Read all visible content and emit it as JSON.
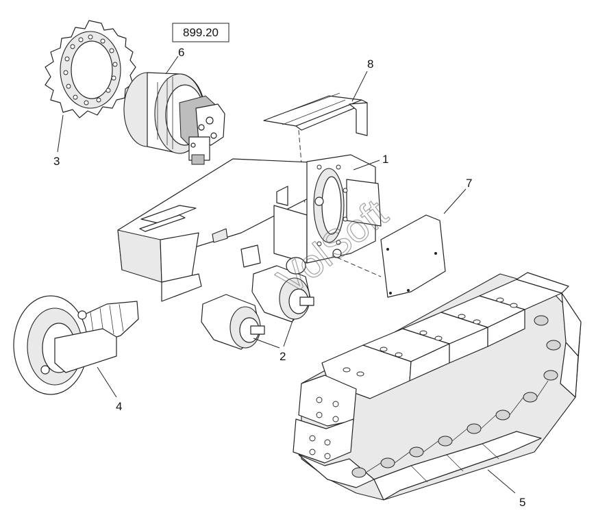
{
  "reference_box": "899.20",
  "callouts": [
    {
      "id": "1",
      "label": "1"
    },
    {
      "id": "2",
      "label": "2"
    },
    {
      "id": "3",
      "label": "3"
    },
    {
      "id": "4",
      "label": "4"
    },
    {
      "id": "5",
      "label": "5"
    },
    {
      "id": "6",
      "label": "6"
    },
    {
      "id": "7",
      "label": "7"
    },
    {
      "id": "8",
      "label": "8"
    }
  ],
  "watermark": "VolSoft"
}
